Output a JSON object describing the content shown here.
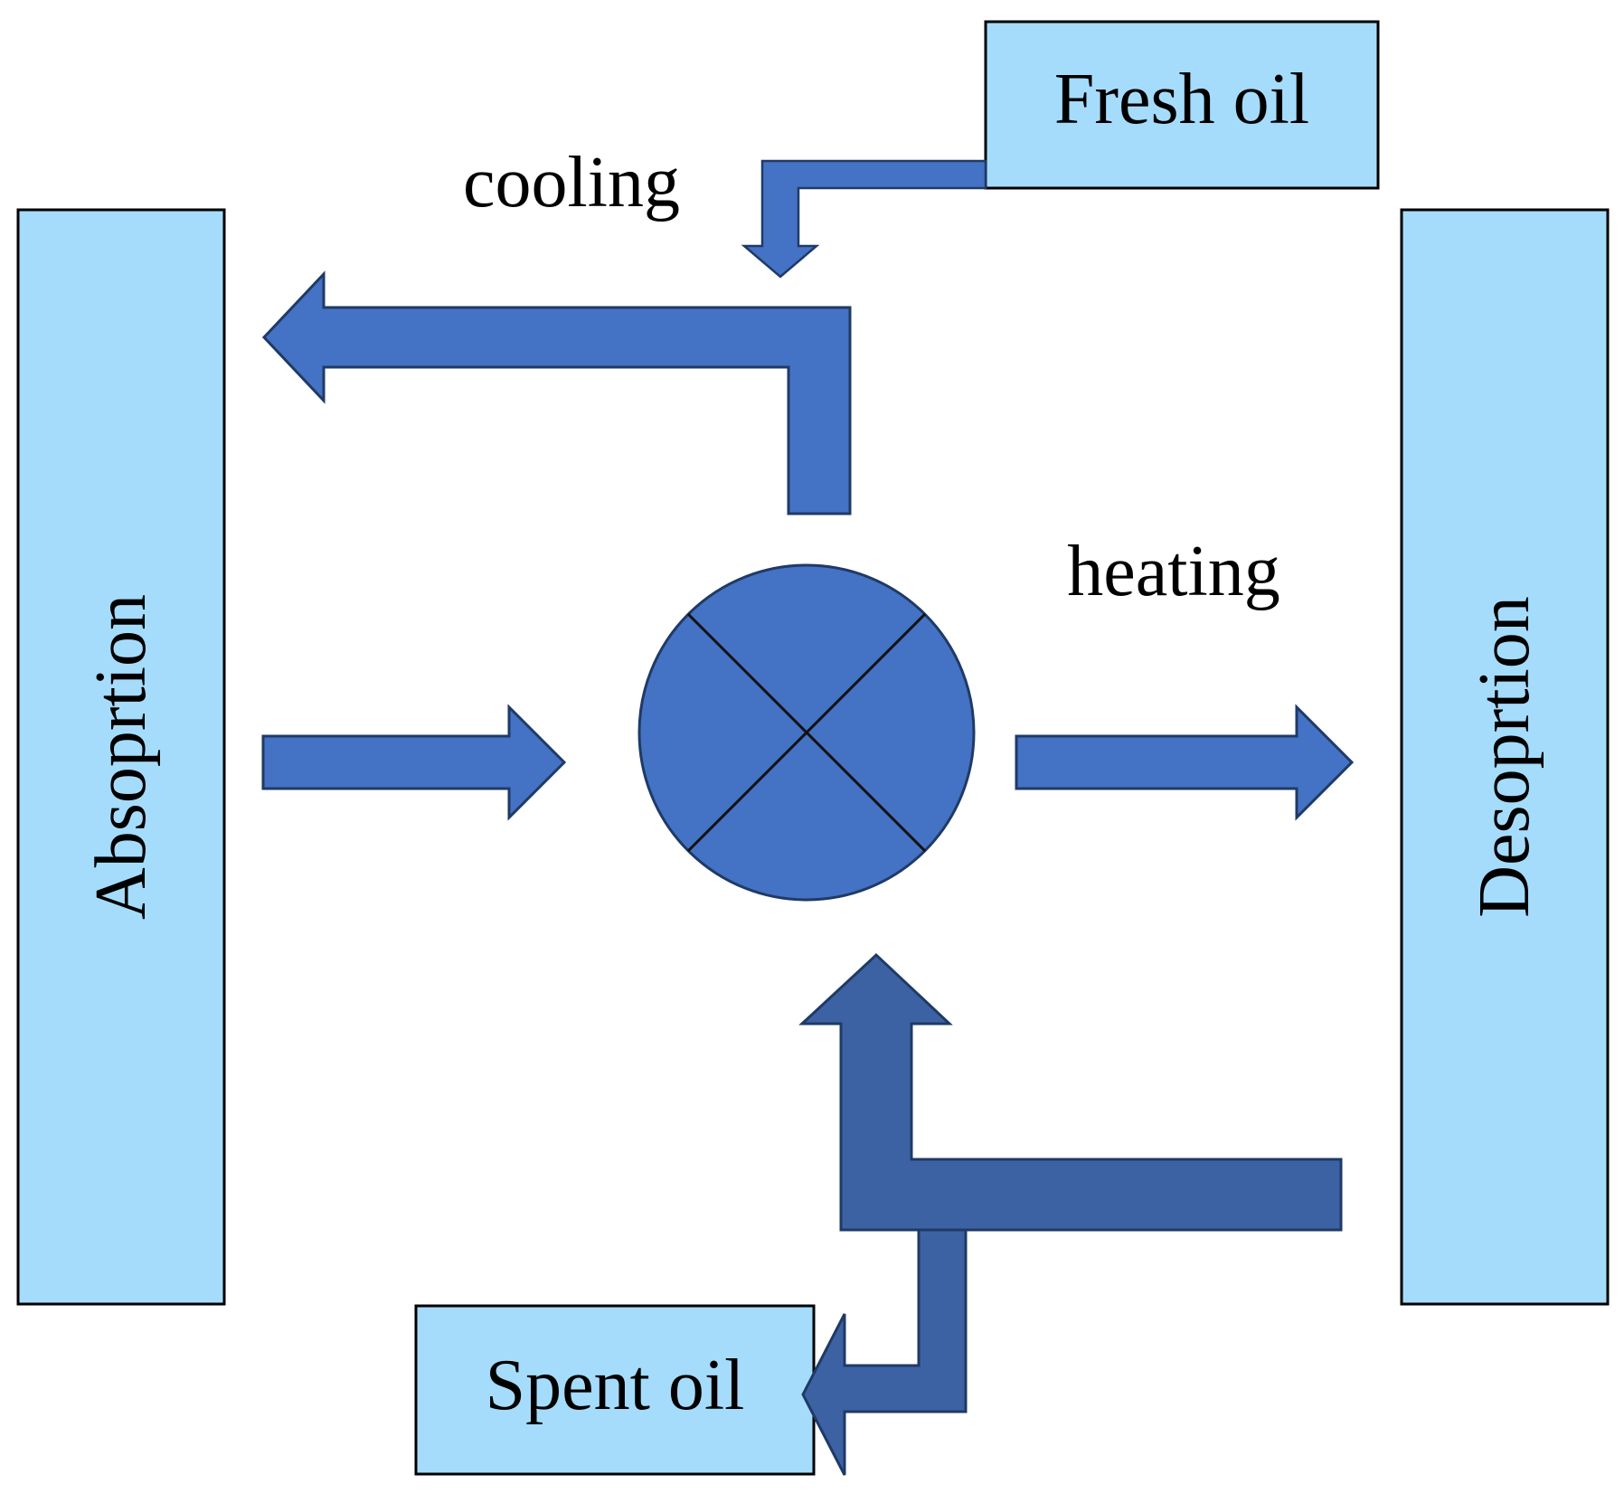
{
  "diagram": {
    "columns": {
      "absorption": {
        "label": "Absoprtion"
      },
      "desorption": {
        "label": "Desoprtion"
      }
    },
    "boxes": {
      "fresh_oil": {
        "label": "Fresh oil"
      },
      "spent_oil": {
        "label": "Spent oil"
      }
    },
    "annotations": {
      "cooling": "cooling",
      "heating": "heating"
    },
    "components": {
      "heat_exchanger": {
        "icon": "crossed-circle-icon"
      }
    }
  },
  "colors": {
    "column_fill": "#a5dcfb",
    "arrow_fill": "#4472c4",
    "arrow_dark_fill": "#3d62a4",
    "arrow_stroke": "#1f3a66",
    "outline": "#000000"
  }
}
